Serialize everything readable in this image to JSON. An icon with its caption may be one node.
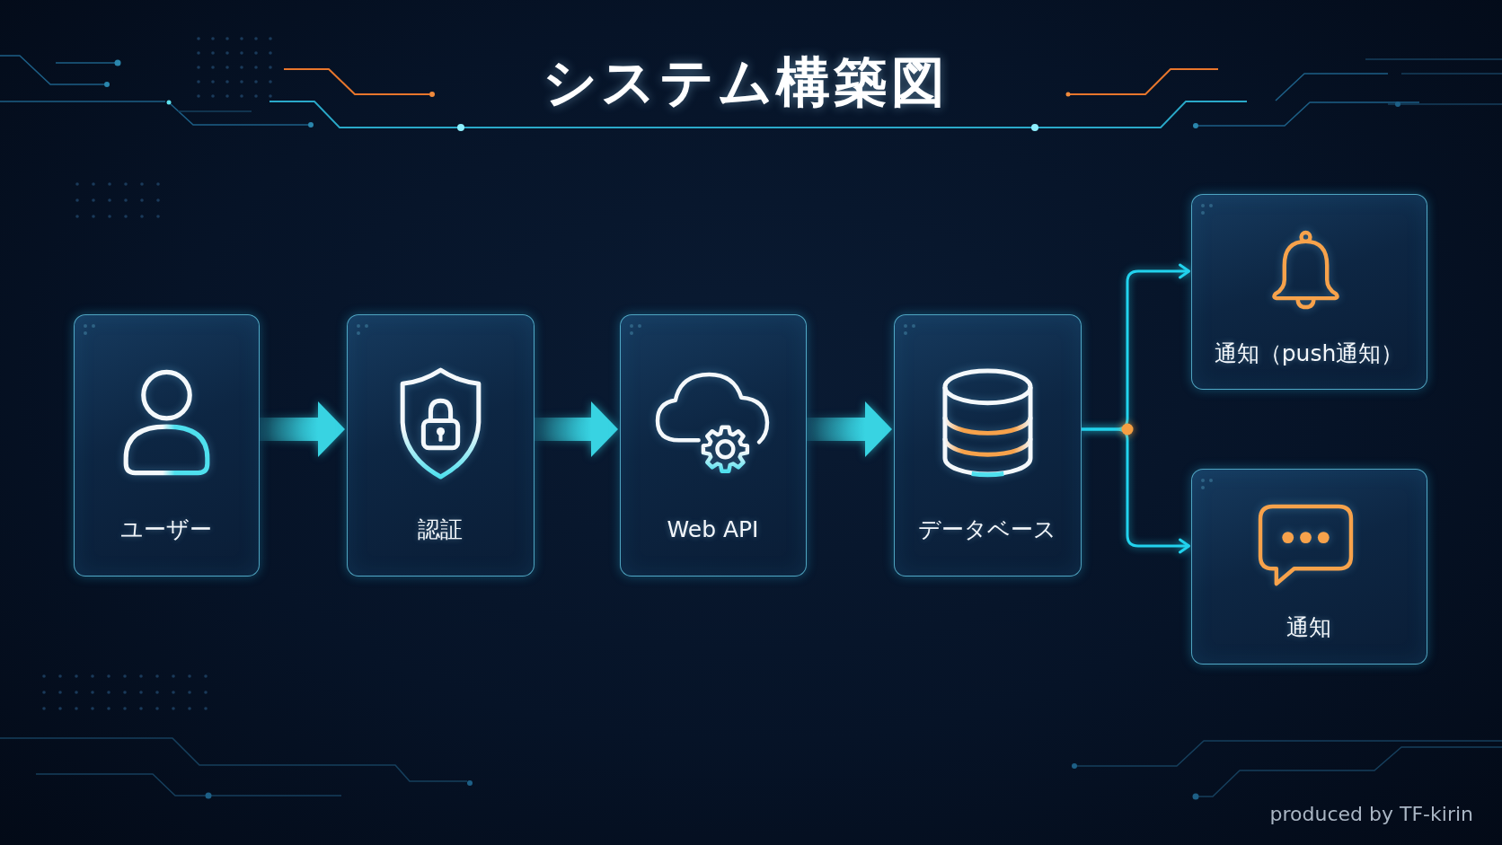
{
  "diagram": {
    "title": "システム構築図",
    "nodes": [
      {
        "text": [
          "ユーザー"
        ]
      },
      {
        "text": [
          "認証"
        ]
      },
      {
        "text": [
          "Web API"
        ]
      },
      {
        "text": [
          "データベース"
        ]
      },
      {
        "text": [
          "通知（push通知）"
        ]
      },
      {
        "text": [
          "通知"
        ]
      }
    ],
    "edges": [
      {
        "from": 0,
        "to": 1,
        "arrow": "to",
        "style": "thick"
      },
      {
        "from": 1,
        "to": 2,
        "arrow": "to",
        "style": "thick"
      },
      {
        "from": 2,
        "to": 3,
        "arrow": "to",
        "style": "thick"
      },
      {
        "from": 3,
        "to": 4,
        "arrow": "to"
      },
      {
        "from": 3,
        "to": 5,
        "arrow": "to"
      }
    ],
    "labels": [
      "produced by TF-kirin"
    ]
  }
}
